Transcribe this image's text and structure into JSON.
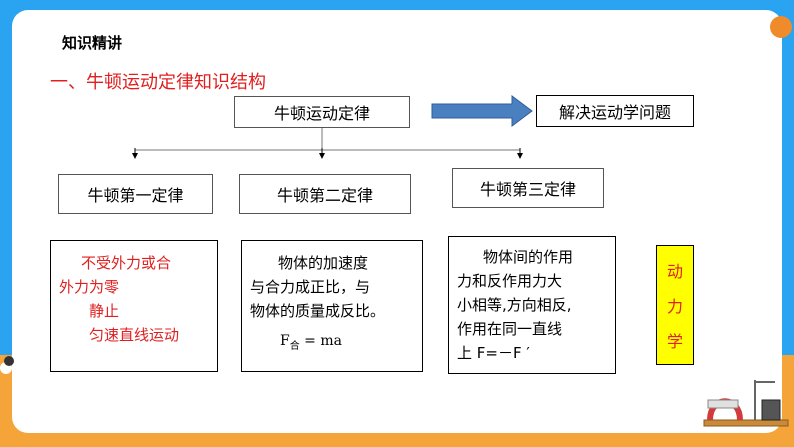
{
  "header": {
    "title": "知识精讲"
  },
  "section": {
    "title": "一、牛顿运动定律知识结构"
  },
  "root": {
    "label": "牛顿运动定律"
  },
  "target": {
    "label": "解决运动学问题"
  },
  "laws": [
    {
      "label": "牛顿第一定律"
    },
    {
      "label": "牛顿第二定律"
    },
    {
      "label": "牛顿第三定律"
    }
  ],
  "law1_content": {
    "line1": "不受外力或合",
    "line2": "外力为零",
    "line3": "静止",
    "line4": "匀速直线运动"
  },
  "law2_content": {
    "line1": "物体的加速度",
    "line2": "与合力成正比，与",
    "line3": "物体的质量成反比。",
    "formula_f": "F",
    "formula_sub": "合",
    "formula_rest": " = ma"
  },
  "law3_content": {
    "line1": "物体间的作用",
    "line2": "力和反作用力大",
    "line3": "小相等,方向相反,",
    "line4": "作用在同一直线",
    "line5": "上   F=－F ′"
  },
  "side": {
    "c1": "动",
    "c2": "力",
    "c3": "学"
  },
  "colors": {
    "background": "#2aa3f0",
    "band": "#f5a43a",
    "red": "#e02020",
    "yellow": "#ffff00",
    "arrow": "#4a7fc0"
  }
}
